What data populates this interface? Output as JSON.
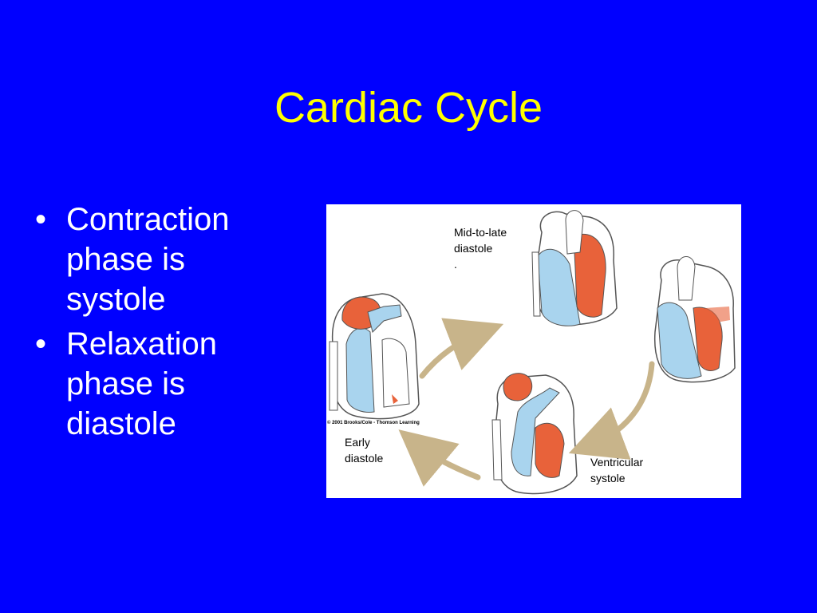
{
  "slide": {
    "title": "Cardiac Cycle",
    "bullets": [
      {
        "line1": "Contraction",
        "line2": "phase is",
        "line3": "systole"
      },
      {
        "line1": "Relaxation",
        "line2": "phase is",
        "line3": "diastole"
      }
    ]
  },
  "figure": {
    "labels": {
      "mid_late_line1": "Mid-to-late",
      "mid_late_line2": "diastole",
      "mid_late_line3": ".",
      "early_line1": "Early",
      "early_line2": "diastole",
      "ventricular_line1": "Ventricular",
      "ventricular_line2": "systole"
    },
    "copyright": "© 2001 Brooks/Cole - Thomson Learning"
  },
  "colors": {
    "background": "#0000FF",
    "title": "#FFFF00",
    "text": "#FFFFFF",
    "oxygenated_blood": "#E8623A",
    "deoxygenated_blood": "#A9D4EE",
    "arrow": "#C8B48A"
  }
}
